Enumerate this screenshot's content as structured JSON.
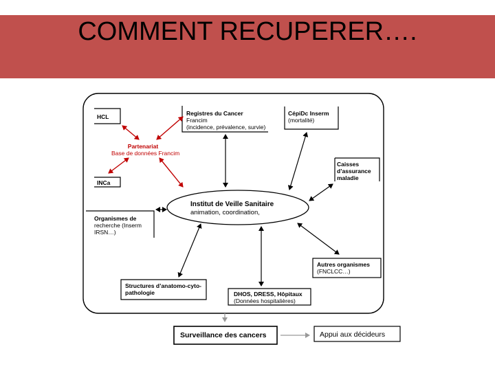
{
  "slide": {
    "title": "COMMENT RECUPERER…."
  },
  "diagram": {
    "hcl": "HCL",
    "registres": {
      "line1": "Registres du Cancer",
      "line2": "Francim",
      "line3": "(incidence, prévalence, survie)"
    },
    "cepidc": {
      "line1": "CépiDc Inserm",
      "line2": "(mortalité)"
    },
    "partenariat": {
      "line1": "Partenariat",
      "line2": "Base de données Francim"
    },
    "inca": "INCa",
    "caisses": {
      "line1": "Caisses",
      "line2": "d’assurance",
      "line3": "maladie"
    },
    "invs": {
      "line1": "Institut de Veille Sanitaire",
      "line2": "animation, coordination,"
    },
    "organismes": {
      "line1": "Organismes de",
      "line2": "recherche (Inserm",
      "line3": "IRSN…)"
    },
    "autres": {
      "line1": "Autres organismes",
      "line2": "(FNCLCC…)"
    },
    "structures": {
      "line1": "Structures d’anatomo-cyto-",
      "line2": "pathologie"
    },
    "dhos": {
      "line1": "DHOS, DRESS, Hôpitaux",
      "line2": "(Données hospitalières)"
    },
    "surveillance": "Surveillance des cancers",
    "appui": "Appui aux décideurs"
  },
  "colors": {
    "title_bar": "#c0504d",
    "red_arrows": "#c00000",
    "partenariat_text": "#c00000"
  }
}
